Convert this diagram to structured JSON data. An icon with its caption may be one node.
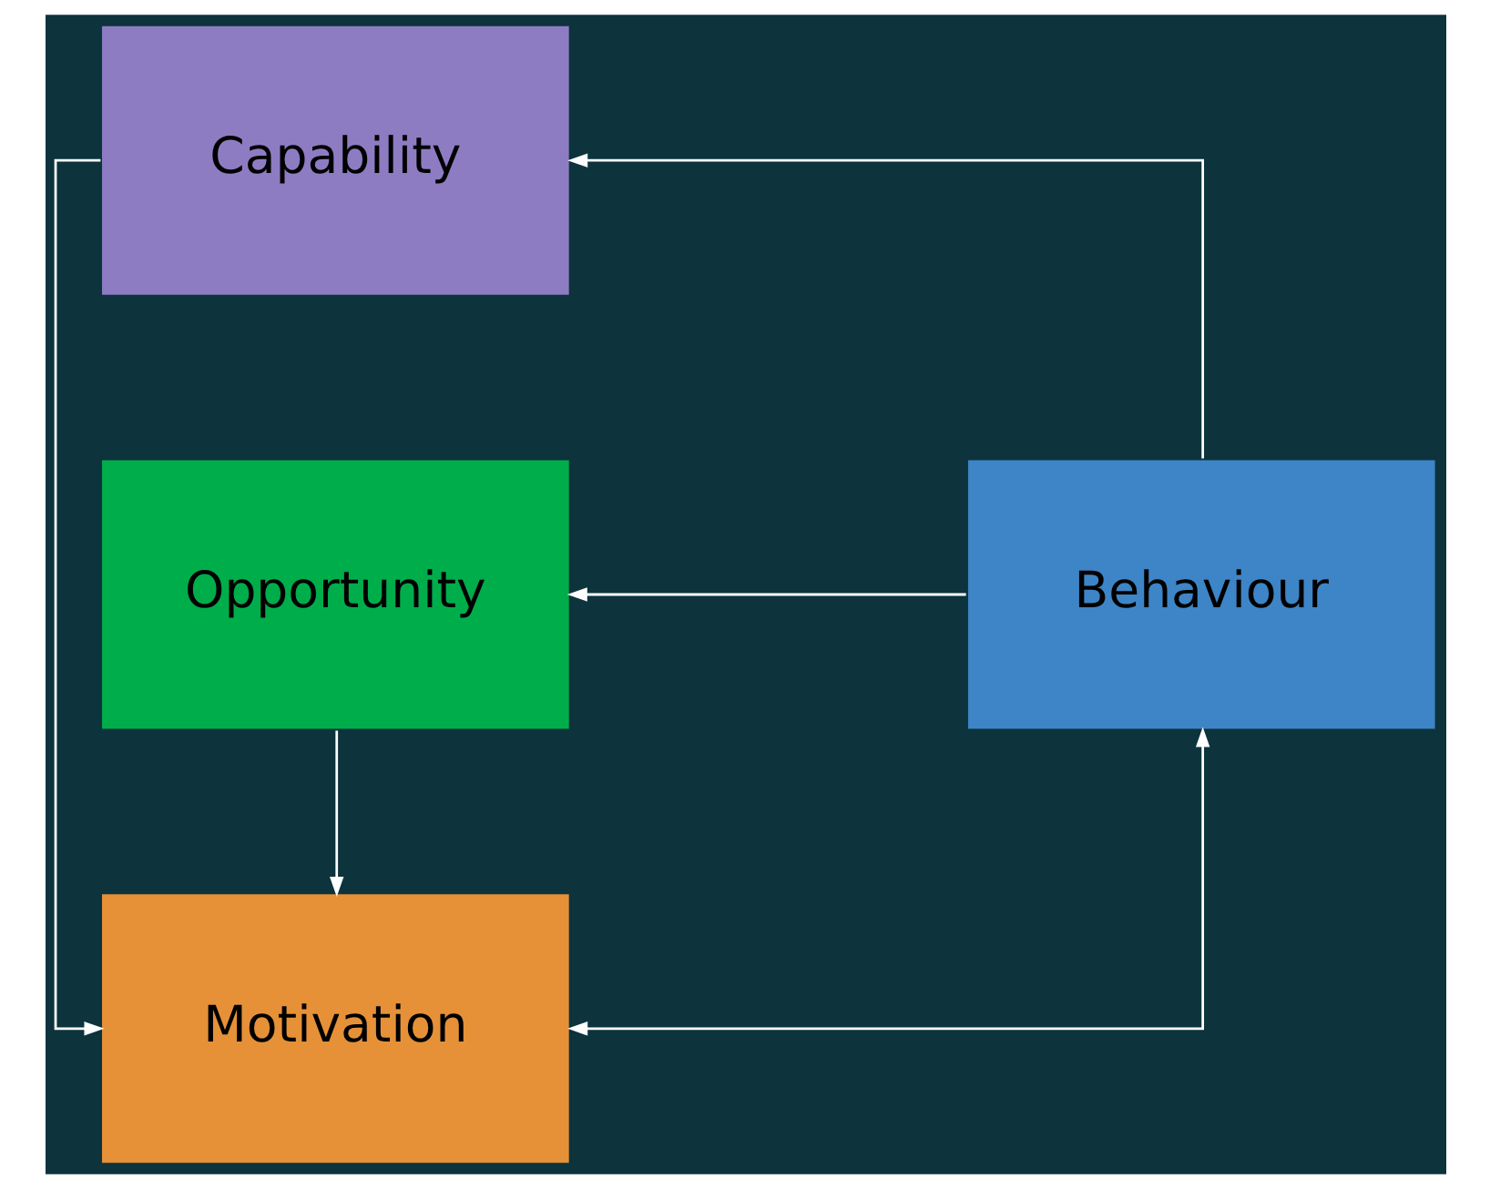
{
  "diagram": {
    "nodes": [
      {
        "text": [
          "Capability"
        ]
      },
      {
        "text": [
          "Motivation"
        ]
      },
      {
        "text": [
          "Opportunity"
        ]
      },
      {
        "text": [
          "Behaviour"
        ]
      }
    ],
    "edges": [
      {
        "from": 0,
        "to": 1,
        "arrow": "to"
      },
      {
        "from": 2,
        "to": 1,
        "arrow": "to"
      },
      {
        "from": 1,
        "to": 3,
        "arrow": "both"
      },
      {
        "from": 3,
        "to": 0,
        "arrow": "to"
      },
      {
        "from": 3,
        "to": 2,
        "arrow": "to"
      }
    ]
  }
}
